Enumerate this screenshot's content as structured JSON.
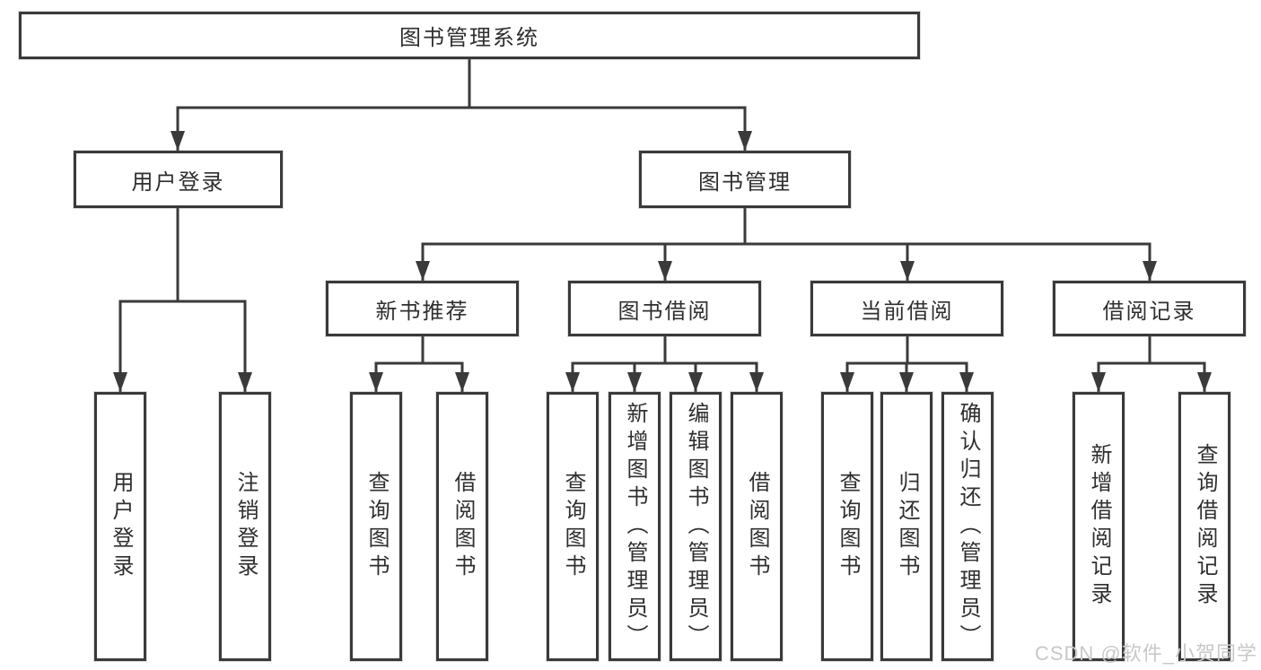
{
  "diagram_type": "hierarchy-tree",
  "colors": {
    "background": "#ffffff",
    "node_border": "#3a3a3a",
    "connector_line": "#3a3a3a",
    "node_text": "#2f2f2f",
    "watermark_text": "#c8c8c8"
  },
  "tree": {
    "label": "图书管理系统",
    "children": [
      {
        "label": "用户登录",
        "children": [
          {
            "label": "用户登录"
          },
          {
            "label": "注销登录"
          }
        ]
      },
      {
        "label": "图书管理",
        "children": [
          {
            "label": "新书推荐",
            "children": [
              {
                "label": "查询图书"
              },
              {
                "label": "借阅图书"
              }
            ]
          },
          {
            "label": "图书借阅",
            "children": [
              {
                "label": "查询图书"
              },
              {
                "label": "新增图书（管理员）"
              },
              {
                "label": "编辑图书（管理员）"
              },
              {
                "label": "借阅图书"
              }
            ]
          },
          {
            "label": "当前借阅",
            "children": [
              {
                "label": "查询图书"
              },
              {
                "label": "归还图书"
              },
              {
                "label": "确认归还（管理员）"
              }
            ]
          },
          {
            "label": "借阅记录",
            "children": [
              {
                "label": "新增借阅记录"
              },
              {
                "label": "查询借阅记录"
              }
            ]
          }
        ]
      }
    ]
  },
  "watermark": {
    "text": "CSDN @软件_小贺同学"
  }
}
